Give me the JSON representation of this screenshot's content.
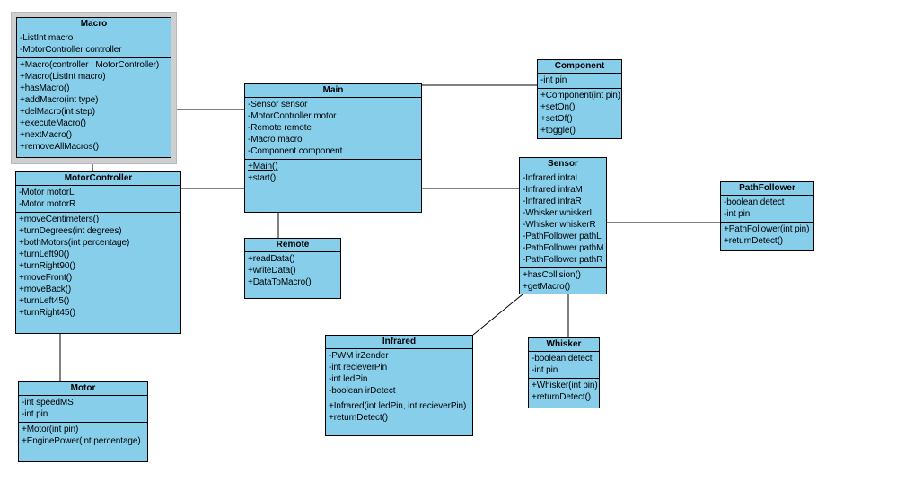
{
  "diagram": {
    "type": "uml-class-diagram",
    "colors": {
      "class_fill": "#87CEEB",
      "border": "#000000",
      "selection_fill": "#CFCFCF",
      "background": "#FFFFFF"
    },
    "classes": [
      {
        "name": "Macro",
        "selected": true,
        "attributes": [
          "-ListInt macro",
          "-MotorController controller"
        ],
        "methods": [
          "+Macro(controller : MotorController)",
          "+Macro(ListInt macro)",
          "+hasMacro()",
          "+addMacro(int type)",
          "+delMacro(int step)",
          "+executeMacro()",
          "+nextMacro()",
          "+removeAllMacros()"
        ]
      },
      {
        "name": "MotorController",
        "selected": false,
        "attributes": [
          "-Motor motorL",
          "-Motor motorR"
        ],
        "methods": [
          "+moveCentimeters()",
          "+turnDegrees(int degrees)",
          "+bothMotors(int percentage)",
          "+turnLeft90()",
          "+turnRight90()",
          "+moveFront()",
          "+moveBack()",
          "+turnLeft45()",
          "+turnRight45()"
        ]
      },
      {
        "name": "Motor",
        "selected": false,
        "attributes": [
          "-int speedMS",
          "-int pin"
        ],
        "methods": [
          "+Motor(int pin)",
          "+EnginePower(int percentage)"
        ]
      },
      {
        "name": "Main",
        "selected": false,
        "attributes": [
          "-Sensor sensor",
          "-MotorController motor",
          "-Remote remote",
          "-Macro macro",
          "-Component component"
        ],
        "methods": [
          "+Main()",
          "+start()"
        ],
        "underlined": [
          "+Main()"
        ]
      },
      {
        "name": "Remote",
        "selected": false,
        "attributes": [],
        "methods": [
          "+readData()",
          "+writeData()",
          "+DataToMacro()"
        ]
      },
      {
        "name": "Component",
        "selected": false,
        "attributes": [
          "-int pin"
        ],
        "methods": [
          "+Component(int pin)",
          "+setOn()",
          "+setOf()",
          "+toggle()"
        ]
      },
      {
        "name": "Sensor",
        "selected": false,
        "attributes": [
          "-Infrared infraL",
          "-Infrared infraM",
          "-Infrared infraR",
          "-Whisker whiskerL",
          "-Whisker whiskerR",
          "-PathFollower pathL",
          "-PathFollower pathM",
          "-PathFollower pathR"
        ],
        "methods": [
          "+hasCollision()",
          "+getMacro()"
        ]
      },
      {
        "name": "PathFollower",
        "selected": false,
        "attributes": [
          "-boolean detect",
          "-int pin"
        ],
        "methods": [
          "+PathFollower(int pin)",
          "+returnDetect()"
        ]
      },
      {
        "name": "Infrared",
        "selected": false,
        "attributes": [
          "-PWM irZender",
          "-int recieverPin",
          "-int ledPin",
          "-boolean irDetect"
        ],
        "methods": [
          "+Infrared(int ledPin, int recieverPin)",
          "+returnDetect()"
        ]
      },
      {
        "name": "Whisker",
        "selected": false,
        "attributes": [
          "-boolean detect",
          "-int pin"
        ],
        "methods": [
          "+Whisker(int pin)",
          "+returnDetect()"
        ]
      }
    ],
    "connections": [
      {
        "from": "Macro",
        "to": "Main"
      },
      {
        "from": "Macro",
        "to": "MotorController"
      },
      {
        "from": "MotorController",
        "to": "Main"
      },
      {
        "from": "MotorController",
        "to": "Motor"
      },
      {
        "from": "Main",
        "to": "Remote"
      },
      {
        "from": "Main",
        "to": "Component"
      },
      {
        "from": "Main",
        "to": "Sensor"
      },
      {
        "from": "Sensor",
        "to": "PathFollower"
      },
      {
        "from": "Sensor",
        "to": "Infrared"
      },
      {
        "from": "Sensor",
        "to": "Whisker"
      }
    ]
  }
}
